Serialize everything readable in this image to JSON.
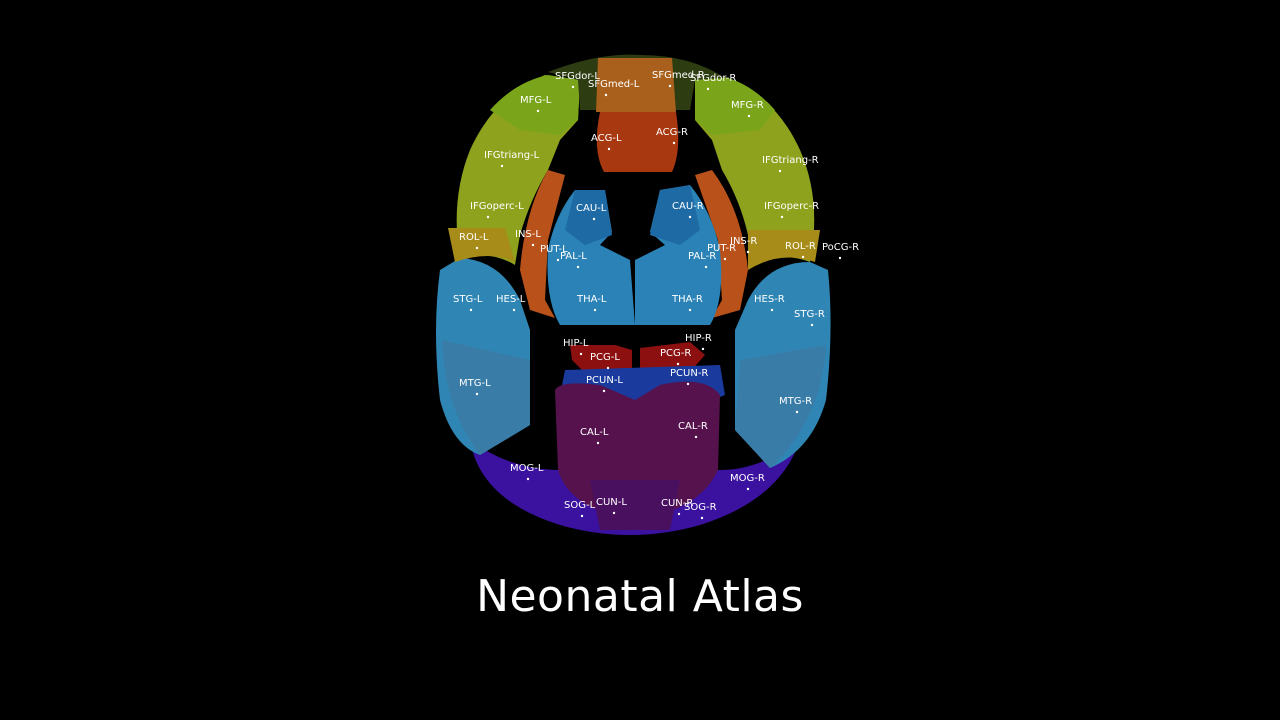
{
  "title": "Neonatal Atlas",
  "regions": [
    {
      "id": "SFGdor-L",
      "label": "SFGdor-L",
      "color": "#3a4a14"
    },
    {
      "id": "SFGmed-L",
      "label": "SFGmed-L",
      "color": "#a8601c"
    },
    {
      "id": "SFGmed-R",
      "label": "SFGmed-R",
      "color": "#a8601c"
    },
    {
      "id": "SFGdor-R",
      "label": "SFGdor-R",
      "color": "#3a4a14"
    },
    {
      "id": "MFG-L",
      "label": "MFG-L",
      "color": "#7fa31a"
    },
    {
      "id": "MFG-R",
      "label": "MFG-R",
      "color": "#7fa31a"
    },
    {
      "id": "ACG-L",
      "label": "ACG-L",
      "color": "#a83a12"
    },
    {
      "id": "ACG-R",
      "label": "ACG-R",
      "color": "#a83a12"
    },
    {
      "id": "IFGtriang-L",
      "label": "IFGtriang-L",
      "color": "#8a9f1e"
    },
    {
      "id": "IFGtriang-R",
      "label": "IFGtriang-R",
      "color": "#8a9f1e"
    },
    {
      "id": "IFGoperc-L",
      "label": "IFGoperc-L",
      "color": "#95961c"
    },
    {
      "id": "IFGoperc-R",
      "label": "IFGoperc-R",
      "color": "#95961c"
    },
    {
      "id": "CAU-L",
      "label": "CAU-L",
      "color": "#1f6fa8"
    },
    {
      "id": "CAU-R",
      "label": "CAU-R",
      "color": "#1f6fa8"
    },
    {
      "id": "ROL-L",
      "label": "ROL-L",
      "color": "#a08a1a"
    },
    {
      "id": "ROL-R",
      "label": "ROL-R",
      "color": "#a08a1a"
    },
    {
      "id": "PoCG-R",
      "label": "PoCG-R",
      "color": "#a08a1a"
    },
    {
      "id": "INS-L",
      "label": "INS-L",
      "color": "#b8561a"
    },
    {
      "id": "INS-R",
      "label": "INS-R",
      "color": "#b8561a"
    },
    {
      "id": "PUT-L",
      "label": "PUT-L",
      "color": "#2a84b8"
    },
    {
      "id": "PUT-R",
      "label": "PUT-R",
      "color": "#2a84b8"
    },
    {
      "id": "PAL-L",
      "label": "PAL-L",
      "color": "#2a84b8"
    },
    {
      "id": "PAL-R",
      "label": "PAL-R",
      "color": "#2a84b8"
    },
    {
      "id": "STG-L",
      "label": "STG-L",
      "color": "#2f8cb8"
    },
    {
      "id": "STG-R",
      "label": "STG-R",
      "color": "#2f8cb8"
    },
    {
      "id": "HES-L",
      "label": "HES-L",
      "color": "#2f8cb8"
    },
    {
      "id": "HES-R",
      "label": "HES-R",
      "color": "#2f8cb8"
    },
    {
      "id": "THA-L",
      "label": "THA-L",
      "color": "#2c86b4"
    },
    {
      "id": "THA-R",
      "label": "THA-R",
      "color": "#2c86b4"
    },
    {
      "id": "HIP-L",
      "label": "HIP-L",
      "color": "#9a1010"
    },
    {
      "id": "HIP-R",
      "label": "HIP-R",
      "color": "#9a1010"
    },
    {
      "id": "PCG-L",
      "label": "PCG-L",
      "color": "#8c1414"
    },
    {
      "id": "PCG-R",
      "label": "PCG-R",
      "color": "#8c1414"
    },
    {
      "id": "PCUN-L",
      "label": "PCUN-L",
      "color": "#1a3fa0"
    },
    {
      "id": "PCUN-R",
      "label": "PCUN-R",
      "color": "#1a3fa0"
    },
    {
      "id": "MTG-L",
      "label": "MTG-L",
      "color": "#3a88b0"
    },
    {
      "id": "MTG-R",
      "label": "MTG-R",
      "color": "#3a88b0"
    },
    {
      "id": "CAL-L",
      "label": "CAL-L",
      "color": "#5a1450"
    },
    {
      "id": "CAL-R",
      "label": "CAL-R",
      "color": "#5a1450"
    },
    {
      "id": "MOG-L",
      "label": "MOG-L",
      "color": "#3a14a0"
    },
    {
      "id": "MOG-R",
      "label": "MOG-R",
      "color": "#3a14a0"
    },
    {
      "id": "SOG-L",
      "label": "SOG-L",
      "color": "#3a14a0"
    },
    {
      "id": "SOG-R",
      "label": "SOG-R",
      "color": "#3a14a0"
    },
    {
      "id": "CUN-L",
      "label": "CUN-L",
      "color": "#4a1460"
    },
    {
      "id": "CUN-R",
      "label": "CUN-R",
      "color": "#4a1460"
    }
  ]
}
